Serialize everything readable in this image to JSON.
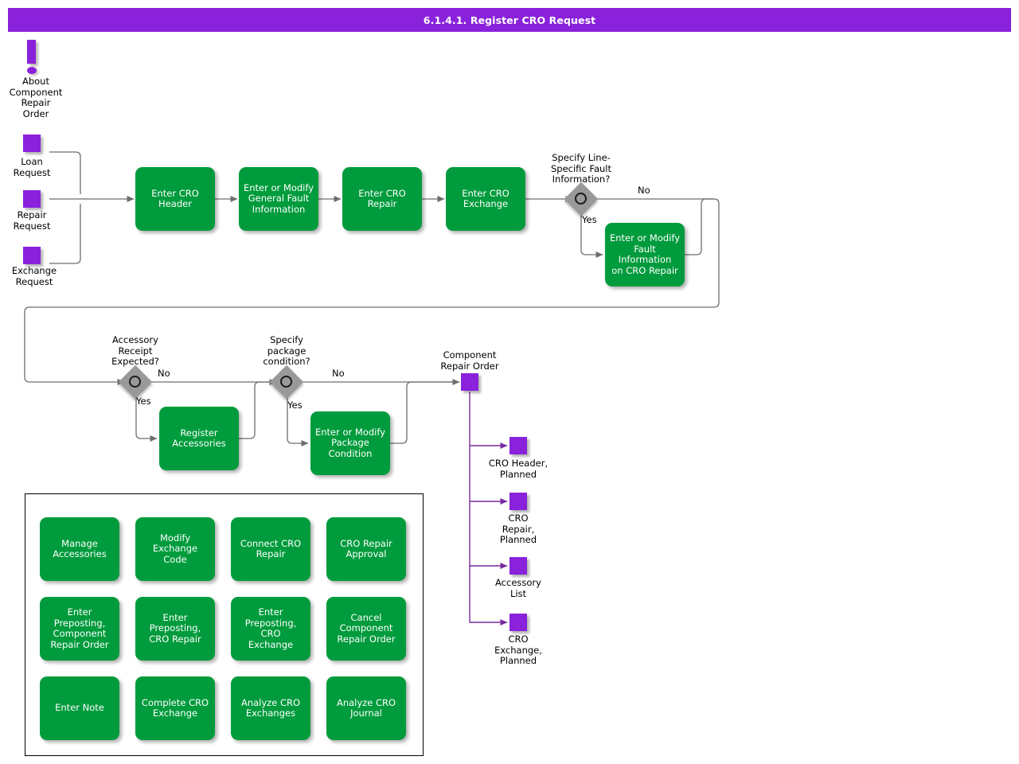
{
  "header": {
    "title": "6.1.4.1. Register CRO Request",
    "bar_color": "#8A21DB",
    "text_color": "#FFFFFF"
  },
  "palette": {
    "activity_green": "#009B3C",
    "object_purple": "#8A21DB",
    "decision_gray": "#999999",
    "connector_gray": "#6E6E6E",
    "connector_purple": "#7A2A9E",
    "page_background": "#FFFFFF",
    "text_dark": "#000000",
    "text_light": "#FFFFFF"
  },
  "info_marker": {
    "icon": "exclamation-icon",
    "label": "About\nComponent\nRepair\nOrder"
  },
  "input_objects": [
    {
      "name": "loan-request",
      "label": "Loan\nRequest"
    },
    {
      "name": "repair-request",
      "label": "Repair\nRequest"
    },
    {
      "name": "exchange-request",
      "label": "Exchange\nRequest"
    }
  ],
  "main_flow": [
    {
      "name": "enter-cro-header",
      "label": "Enter CRO\nHeader"
    },
    {
      "name": "enter-or-modify-general-fault-information",
      "label": "Enter or Modify\nGeneral Fault\nInformation"
    },
    {
      "name": "enter-cro-repair",
      "label": "Enter CRO\nRepair"
    },
    {
      "name": "enter-cro-exchange",
      "label": "Enter CRO\nExchange"
    }
  ],
  "decisions": [
    {
      "name": "specify-line-specific-fault-information",
      "question": "Specify Line-\nSpecific Fault\nInformation?",
      "yes_label": "Yes",
      "no_label": "No",
      "yes_target": "Enter or Modify\nFault Information\non CRO Repair"
    },
    {
      "name": "accessory-receipt-expected",
      "question": "Accessory\nReceipt\nExpected?",
      "yes_label": "Yes",
      "no_label": "No",
      "yes_target": "Register\nAccessories"
    },
    {
      "name": "specify-package-condition",
      "question": "Specify\npackage\ncondition?",
      "yes_label": "Yes",
      "no_label": "No",
      "yes_target": "Enter or Modify\nPackage\nCondition"
    }
  ],
  "branch_activities": [
    {
      "name": "enter-or-modify-fault-information-on-cro-repair",
      "label": "Enter or Modify\nFault Information\non CRO Repair"
    },
    {
      "name": "register-accessories",
      "label": "Register\nAccessories"
    },
    {
      "name": "enter-or-modify-package-condition",
      "label": "Enter or Modify\nPackage\nCondition"
    }
  ],
  "output_objects": {
    "root": {
      "name": "component-repair-order",
      "label": "Component\nRepair Order"
    },
    "children": [
      {
        "name": "cro-header-planned",
        "label": "CRO Header,\nPlanned"
      },
      {
        "name": "cro-repair-planned",
        "label": "CRO\nRepair,\nPlanned"
      },
      {
        "name": "accessory-list",
        "label": "Accessory\nList"
      },
      {
        "name": "cro-exchange-planned",
        "label": "CRO\nExchange,\nPlanned"
      }
    ]
  },
  "related_activities": {
    "rows": [
      [
        {
          "name": "manage-accessories",
          "label": "Manage\nAccessories"
        },
        {
          "name": "modify-exchange-code",
          "label": "Modify Exchange\nCode"
        },
        {
          "name": "connect-cro-repair",
          "label": "Connect CRO\nRepair"
        },
        {
          "name": "cro-repair-approval",
          "label": "CRO Repair\nApproval"
        }
      ],
      [
        {
          "name": "enter-preposting-component-repair-order",
          "label": "Enter\nPreposting,\nComponent\nRepair Order"
        },
        {
          "name": "enter-preposting-cro-repair",
          "label": "Enter\nPreposting,\nCRO Repair"
        },
        {
          "name": "enter-preposting-cro-exchange",
          "label": "Enter\nPreposting, CRO\nExchange"
        },
        {
          "name": "cancel-component-repair-order",
          "label": "Cancel\nComponent\nRepair Order"
        }
      ],
      [
        {
          "name": "enter-note",
          "label": "Enter Note"
        },
        {
          "name": "complete-cro-exchange",
          "label": "Complete CRO\nExchange"
        },
        {
          "name": "analyze-cro-exchanges",
          "label": "Analyze CRO\nExchanges"
        },
        {
          "name": "analyze-cro-journal",
          "label": "Analyze CRO\nJournal"
        }
      ]
    ]
  }
}
